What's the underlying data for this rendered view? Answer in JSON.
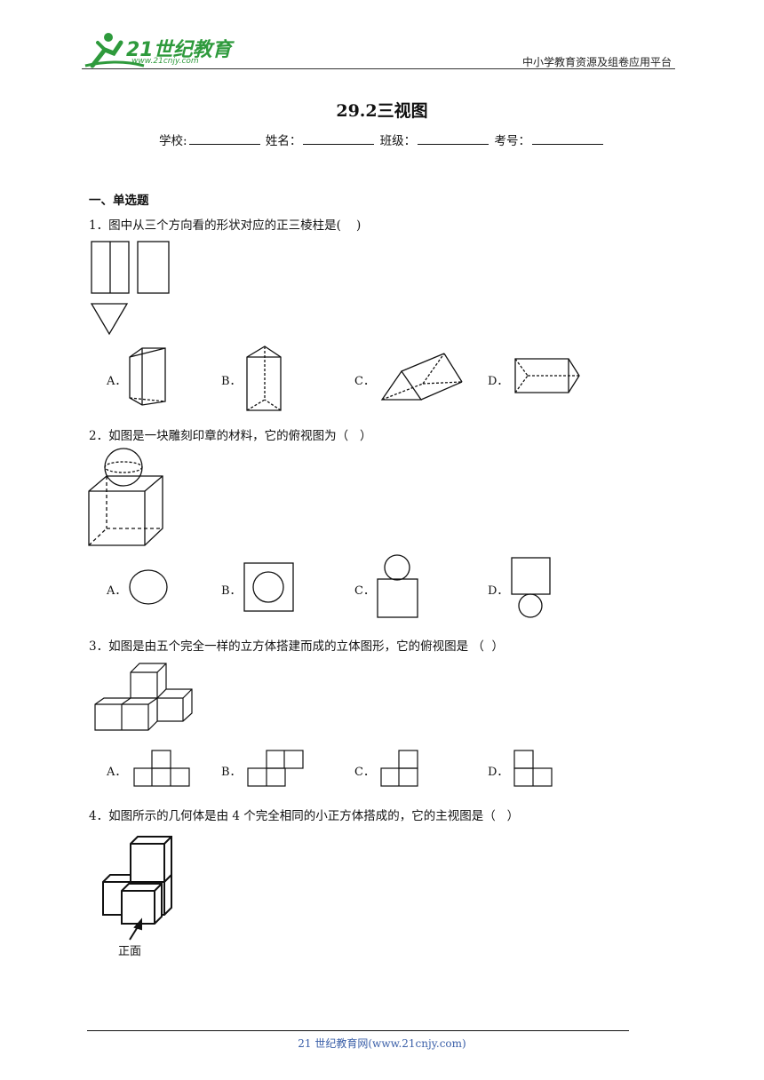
{
  "header": {
    "logo_text": "21世纪教育",
    "logo_url_text": "www.21cnjy.com",
    "right_text": "中小学教育资源及组卷应用平台"
  },
  "title": "29.2三视图",
  "info": {
    "school_label": "学校:",
    "name_label": "姓名：",
    "class_label": "班级：",
    "exam_no_label": "考号："
  },
  "section_title": "一、单选题",
  "questions": [
    {
      "number": "1．",
      "text": "图中从三个方向看的形状对应的正三棱柱是(    )",
      "options": [
        "A．",
        "B．",
        "C．",
        "D．"
      ]
    },
    {
      "number": "2．",
      "text": "如图是一块雕刻印章的材料，它的俯视图为（   ）",
      "options": [
        "A．",
        "B．",
        "C．",
        "D．"
      ]
    },
    {
      "number": "3．",
      "text": "如图是由五个完全一样的立方体搭建而成的立体图形，它的俯视图是 （  ）",
      "options": [
        "A．",
        "B．",
        "C．",
        "D．"
      ]
    },
    {
      "number": "4．",
      "text": "如图所示的几何体是由 4 个完全相同的小正方体搭成的，它的主视图是（   ）",
      "figure_label": "正面"
    }
  ],
  "footer": "21 世纪教育网(www.21cnjy.com)"
}
